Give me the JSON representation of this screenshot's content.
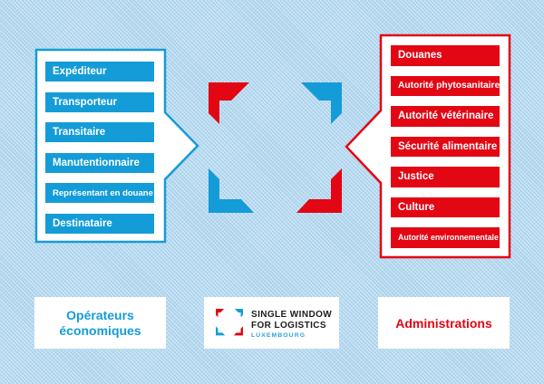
{
  "colors": {
    "blue": "#149CD8",
    "red": "#E30613",
    "logo_dark": "#1D1D1B",
    "logo_blue": "#29A3DC"
  },
  "left_group": {
    "items": [
      "Expéditeur",
      "Transporteur",
      "Transitaire",
      "Manutentionnaire",
      "Représentant en douane",
      "Destinataire"
    ],
    "label_line1": "Opérateurs",
    "label_line2": "économiques"
  },
  "right_group": {
    "items": [
      "Douanes",
      "Autorité phytosanitaire",
      "Autorité vétérinaire",
      "Sécurité alimentaire",
      "Justice",
      "Culture",
      "Autorité environnementale"
    ],
    "label": "Administrations"
  },
  "logo": {
    "line1": "SINGLE WINDOW",
    "line2": "FOR LOGISTICS",
    "line3": "LUXEMBOURG"
  }
}
